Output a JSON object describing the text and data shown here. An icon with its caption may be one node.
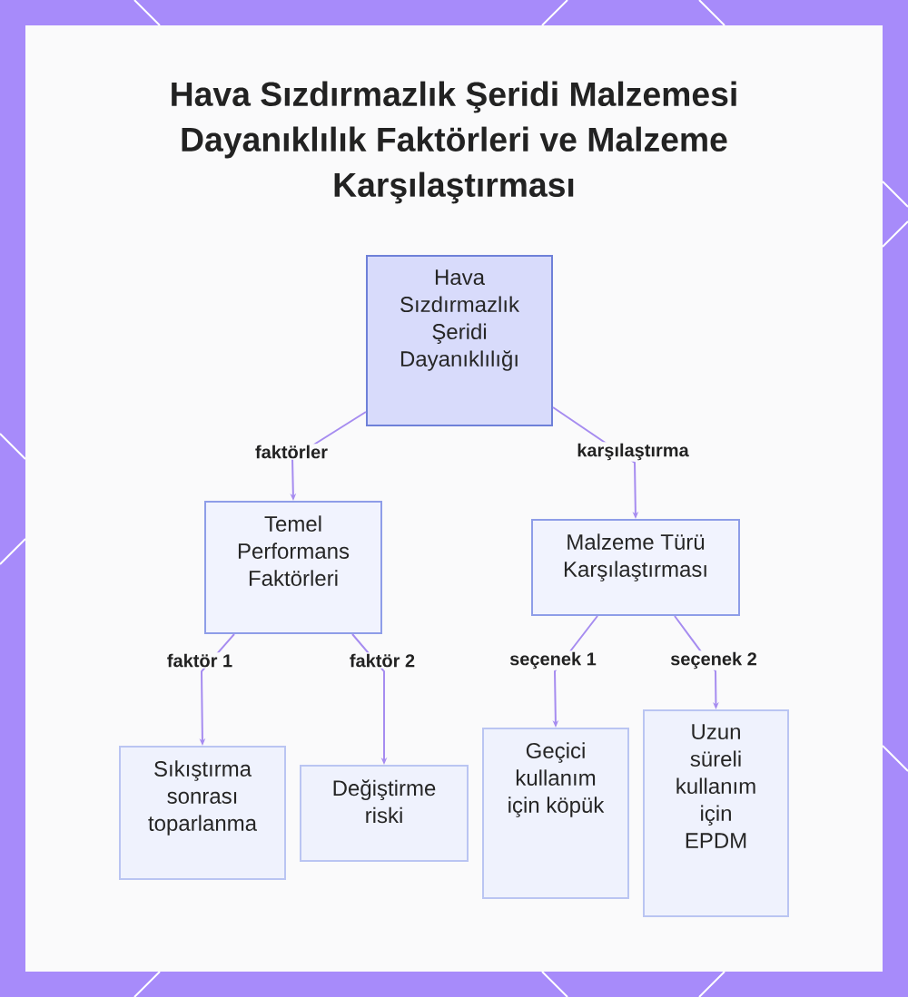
{
  "diagram": {
    "title": "Hava Sızdırmazlık Şeridi Malzemesi Dayanıklılık Faktörleri ve Malzeme Karşılaştırması",
    "nodes": [
      {
        "text": [
          "Hava Sızdırmazlık Şeridi Dayanıklılığı"
        ]
      },
      {
        "text": [
          "Temel Performans Faktörleri"
        ]
      },
      {
        "text": [
          "Malzeme Türü Karşılaştırması"
        ]
      },
      {
        "text": [
          "Sıkıştırma sonrası toparlanma"
        ]
      },
      {
        "text": [
          "Değiştirme riski"
        ]
      },
      {
        "text": [
          "Geçici kullanım için köpük"
        ]
      },
      {
        "text": [
          "Uzun süreli kullanım için EPDM"
        ]
      }
    ],
    "edges": [
      {
        "from": 0,
        "to": 1,
        "arrow": "to",
        "label": "faktörler"
      },
      {
        "from": 0,
        "to": 2,
        "arrow": "to",
        "label": "karşılaştırma"
      },
      {
        "from": 1,
        "to": 3,
        "arrow": "to",
        "label": "faktör 1"
      },
      {
        "from": 1,
        "to": 4,
        "arrow": "to",
        "label": "faktör 2"
      },
      {
        "from": 2,
        "to": 5,
        "arrow": "to",
        "label": "seçenek 1"
      },
      {
        "from": 2,
        "to": 6,
        "arrow": "to",
        "label": "seçenek 2"
      }
    ]
  }
}
